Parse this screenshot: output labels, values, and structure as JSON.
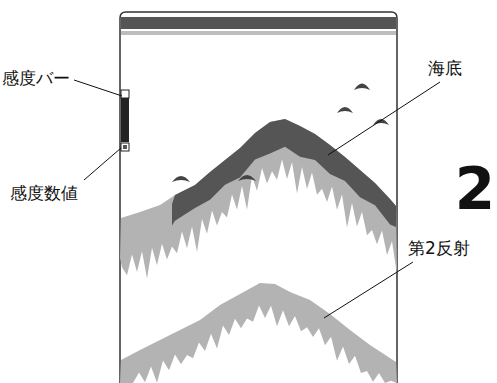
{
  "diagram": {
    "labels": [
      "感度バー",
      "感度数値",
      "海底",
      "第2反射",
      "2"
    ]
  }
}
